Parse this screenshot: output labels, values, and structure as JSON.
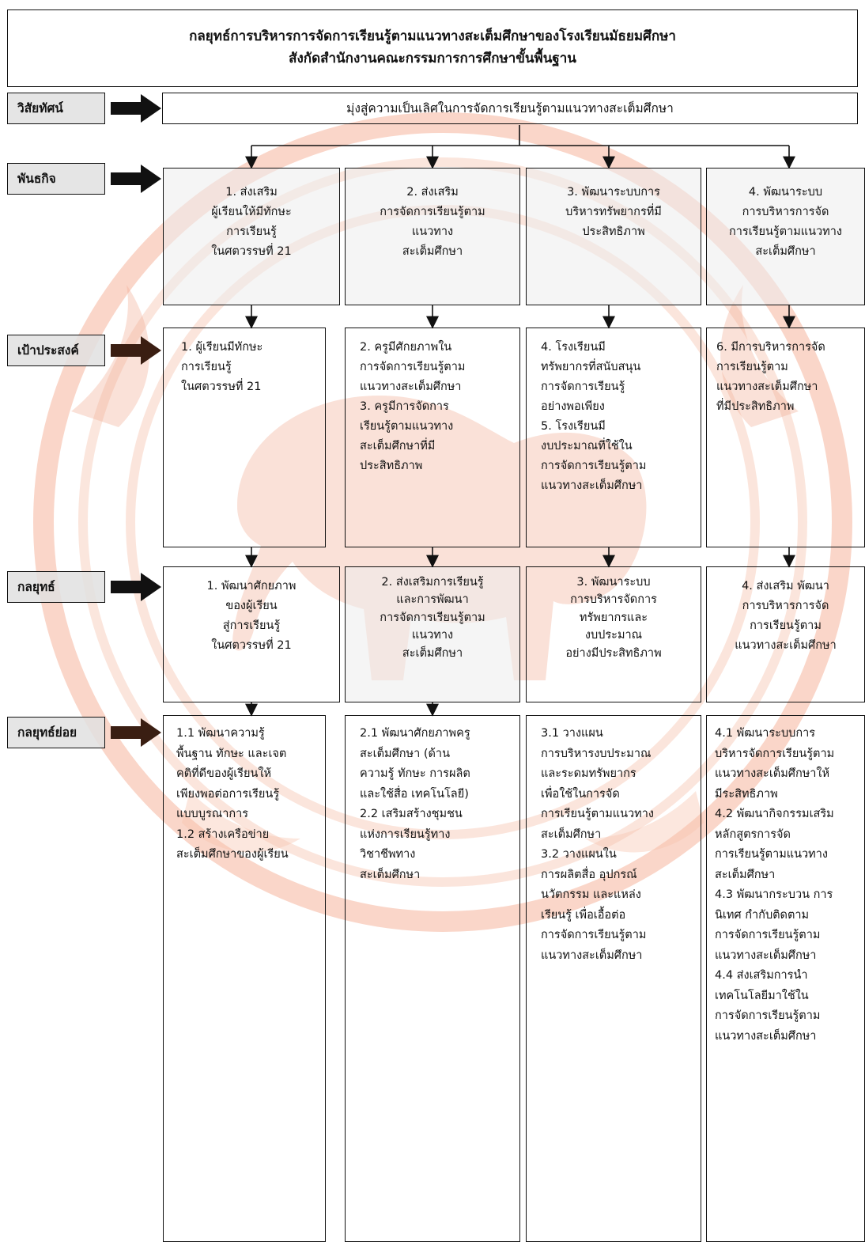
{
  "title": {
    "line1": "กลยุทธ์การบริหารการจัดการเรียนรู้ตามแนวทางสะเต็มศึกษาของโรงเรียนมัธยมศึกษา",
    "line2": "สังกัดสำนักงานคณะกรรมการการศึกษาขั้นพื้นฐาน"
  },
  "labels": {
    "vision": "วิสัยทัศน์",
    "mission": "พันธกิจ",
    "objective": "เป้าประสงค์",
    "strategy": "กลยุทธ์",
    "sub_strategy": "กลยุทธ์ย่อย"
  },
  "vision": "มุ่งสู่ความเป็นเลิศในการจัดการเรียนรู้ตามแนวทางสะเต็มศึกษา",
  "missions": [
    "1. ส่งเสริม\nผู้เรียนให้มีทักษะ\nการเรียนรู้\nในศตวรรษที่ 21",
    "2. ส่งเสริม\nการจัดการเรียนรู้ตาม\nแนวทาง\nสะเต็มศึกษา",
    "3. พัฒนาระบบการ\nบริหารทรัพยากรที่มี\nประสิทธิภาพ",
    "4. พัฒนาระบบ\nการบริหารการจัด\nการเรียนรู้ตามแนวทาง\nสะเต็มศึกษา"
  ],
  "objectives": [
    "1. ผู้เรียนมีทักษะ\nการเรียนรู้\nในศตวรรษที่ 21",
    "2. ครูมีศักยภาพใน\nการจัดการเรียนรู้ตาม\nแนวทางสะเต็มศึกษา\n3. ครูมีการจัดการ\nเรียนรู้ตามแนวทาง\nสะเต็มศึกษาที่มี\nประสิทธิภาพ",
    "4. โรงเรียนมี\nทรัพยากรที่สนับสนุน\nการจัดการเรียนรู้\nอย่างพอเพียง\n5. โรงเรียนมี\nงบประมาณที่ใช้ใน\nการจัดการเรียนรู้ตาม\nแนวทางสะเต็มศึกษา",
    "6. มีการบริหารการจัด\nการเรียนรู้ตาม\nแนวทางสะเต็มศึกษา\nที่มีประสิทธิภาพ"
  ],
  "strategies": [
    "1. พัฒนาศักยภาพ\nของผู้เรียน\nสู่การเรียนรู้\nในศตวรรษที่ 21",
    "2. ส่งเสริมการเรียนรู้\nและการพัฒนา\nการจัดการเรียนรู้ตาม\nแนวทาง\nสะเต็มศึกษา",
    "3. พัฒนาระบบ\nการบริหารจัดการ\nทรัพยากรและ\nงบประมาณ\nอย่างมีประสิทธิภาพ",
    "4. ส่งเสริม พัฒนา\nการบริหารการจัด\nการเรียนรู้ตาม\nแนวทางสะเต็มศึกษา"
  ],
  "sub_strategies": [
    "1.1 พัฒนาความรู้\nพื้นฐาน ทักษะ และเจต\nคติที่ดีของผู้เรียนให้\nเพียงพอต่อการเรียนรู้\nแบบบูรณาการ\n1.2 สร้างเครือข่าย\nสะเต็มศึกษาของผู้เรียน",
    "2.1 พัฒนาศักยภาพครู\nสะเต็มศึกษา (ด้าน\nความรู้ ทักษะ การผลิต\nและใช้สื่อ เทคโนโลยี)\n2.2 เสริมสร้างชุมชน\nแห่งการเรียนรู้ทาง\nวิชาชีพทาง\nสะเต็มศึกษา",
    "3.1 วางแผน\nการบริหารงบประมาณ\nและระดมทรัพยากร\nเพื่อใช้ในการจัด\nการเรียนรู้ตามแนวทาง\nสะเต็มศึกษา\n3.2 วางแผนใน\nการผลิตสื่อ อุปกรณ์\nนวัตกรรม และแหล่ง\nเรียนรู้ เพื่อเอื้อต่อ\nการจัดการเรียนรู้ตาม\nแนวทางสะเต็มศึกษา",
    "4.1 พัฒนาระบบการ\nบริหารจัดการเรียนรู้ตาม\nแนวทางสะเต็มศึกษาให้\nมีระสิทธิภาพ\n4.2 พัฒนากิจกรรมเสริม\nหลักสูตรการจัด\nการเรียนรู้ตามแนวทาง\nสะเต็มศึกษา\n4.3 พัฒนากระบวน การ\nนิเทศ กำกับติดตาม\nการจัดการเรียนรู้ตาม\nแนวทางสะเต็มศึกษา\n4.4 ส่งเสริมการนำ\nเทคโนโลยีมาใช้ใน\nการจัดการเรียนรู้ตาม\nแนวทางสะเต็มศึกษา"
  ],
  "colors": {
    "watermark": "#f2a98e",
    "watermark_light": "#f8cdbb",
    "line": "#111111",
    "label_fill": "#e1e1e1",
    "objective_arrow": "#3a1e12"
  }
}
